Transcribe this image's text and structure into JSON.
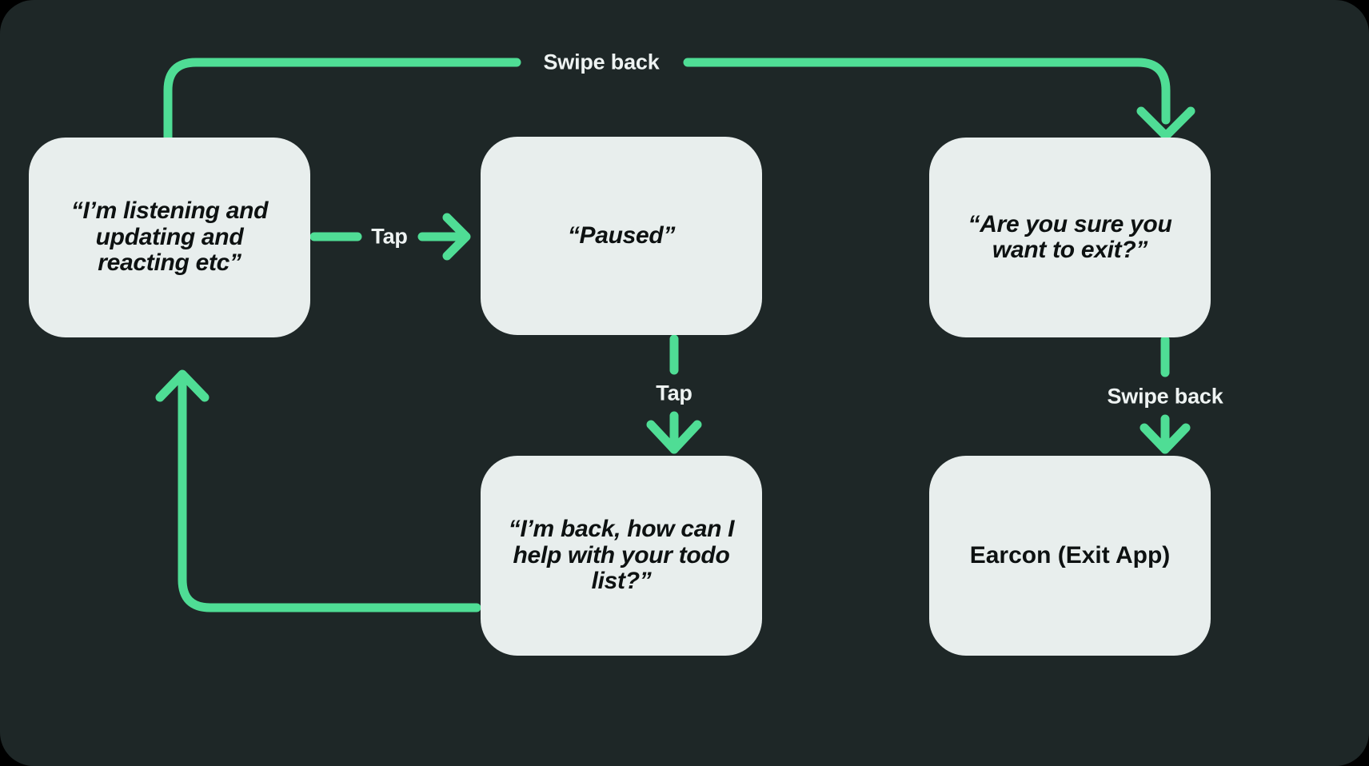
{
  "canvas": {
    "background_color": "#1e2727",
    "accent_color": "#4fdd95",
    "node_fill": "#e8eeed",
    "node_text_color": "#0d1111",
    "edge_label_color": "#eef3f2"
  },
  "nodes": [
    {
      "id": "listening",
      "label": "“I’m listening and updating and reacting etc”",
      "style": "quote"
    },
    {
      "id": "paused",
      "label": "“Paused”",
      "style": "quote"
    },
    {
      "id": "exit",
      "label": "“Are you sure you want to exit?”",
      "style": "quote"
    },
    {
      "id": "back",
      "label": "“I’m back, how can I help with your todo list?”",
      "style": "quote"
    },
    {
      "id": "earcon",
      "label": "Earcon (Exit App)",
      "style": "plain"
    }
  ],
  "edges": [
    {
      "id": "swipe-top",
      "label": "Swipe back",
      "from": "listening",
      "to": "exit"
    },
    {
      "id": "tap-right",
      "label": "Tap",
      "from": "listening",
      "to": "paused"
    },
    {
      "id": "tap-down",
      "label": "Tap",
      "from": "paused",
      "to": "back"
    },
    {
      "id": "swipe-side",
      "label": "Swipe back",
      "from": "exit",
      "to": "earcon"
    },
    {
      "id": "loop-back",
      "label": "",
      "from": "back",
      "to": "listening"
    }
  ]
}
